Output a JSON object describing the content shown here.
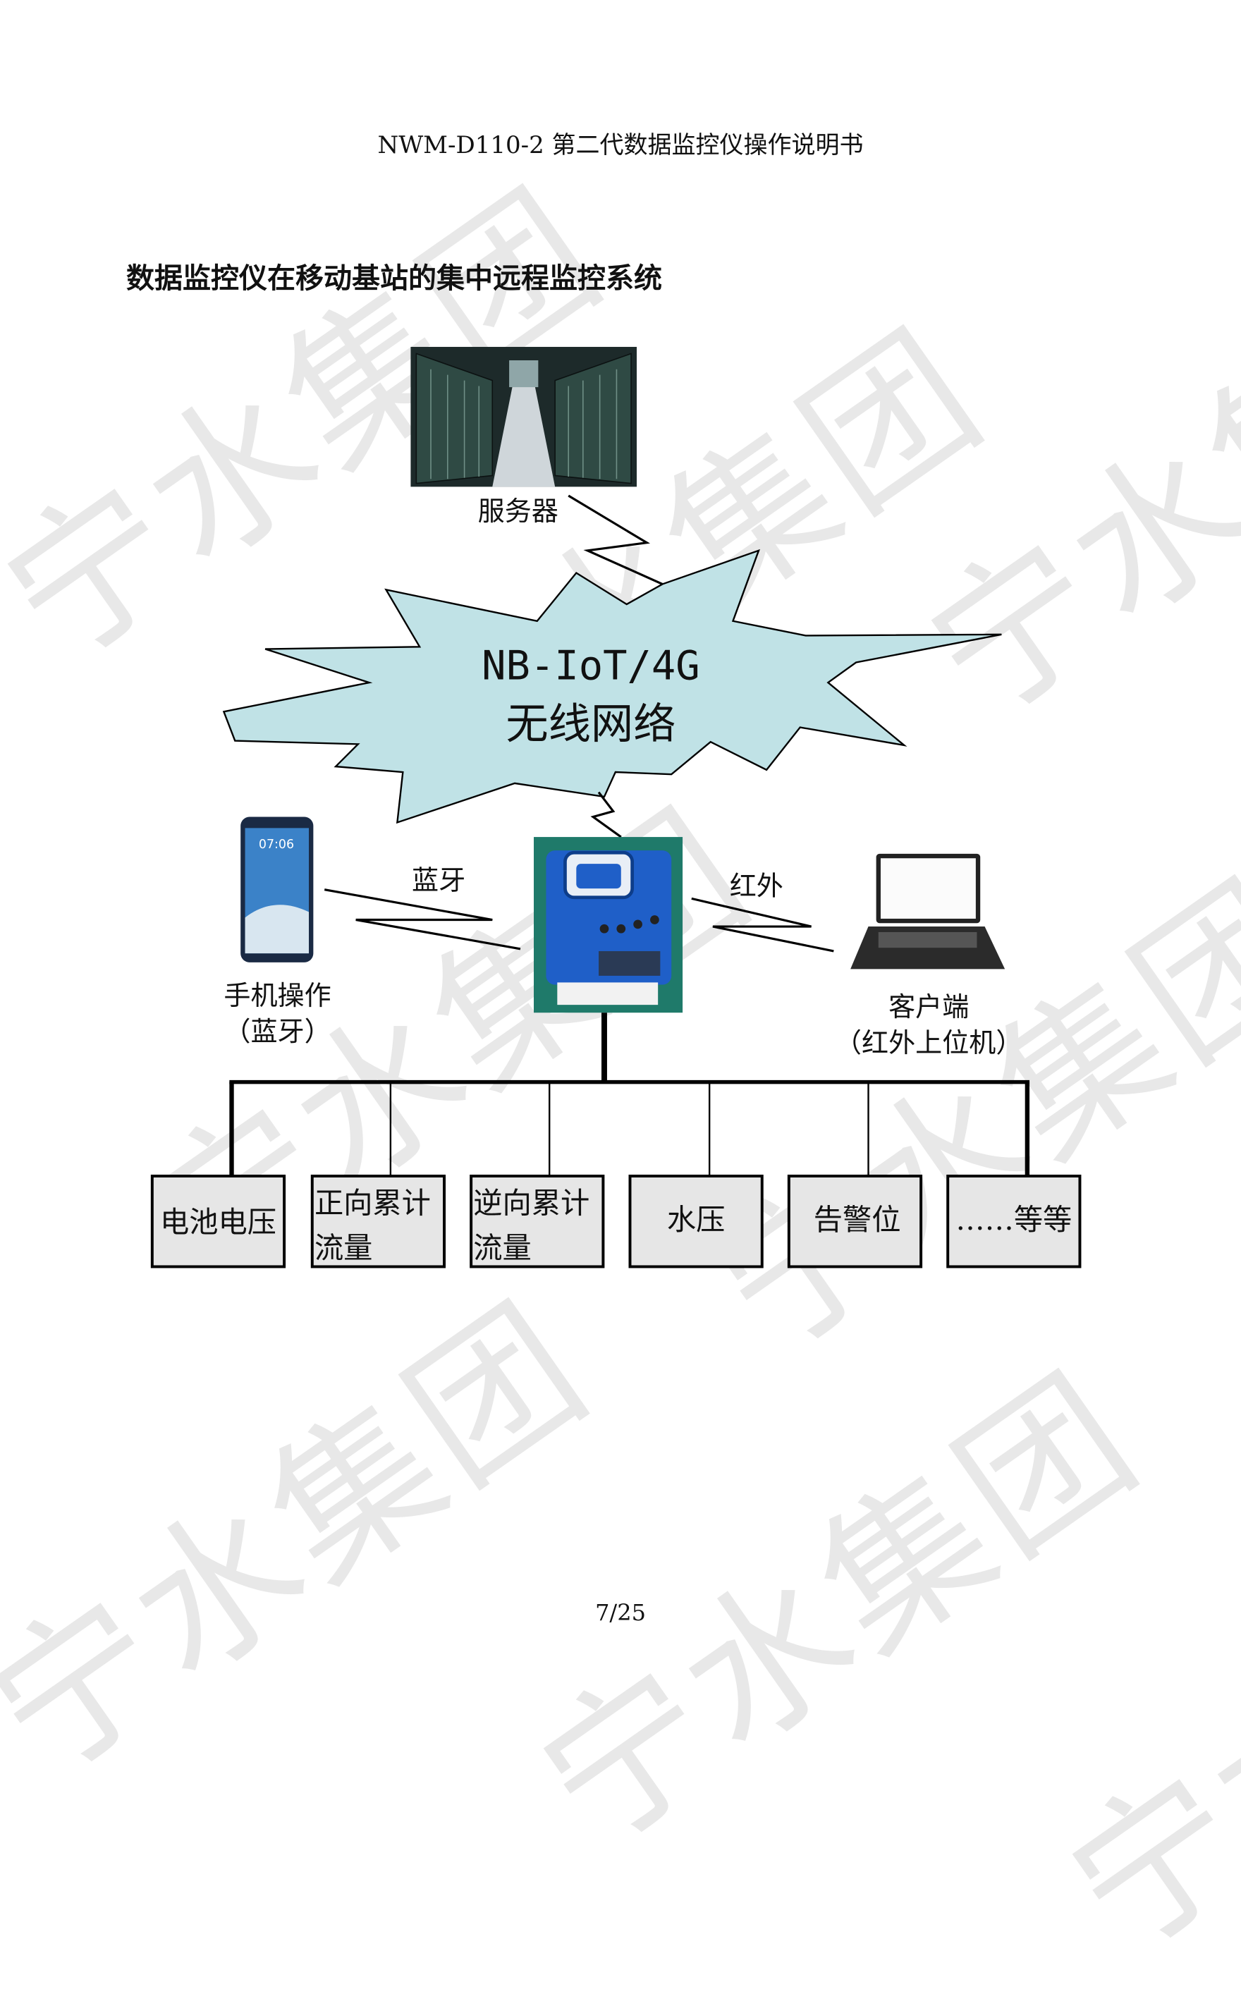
{
  "header": {
    "title": "NWM-D110-2 第二代数据监控仪操作说明书"
  },
  "section_title": "数据监控仪在移动基站的集中远程监控系统",
  "watermark": "宁水集团",
  "diagram": {
    "server_label": "服务器",
    "network_line1": "NB-IoT/4G",
    "network_line2": "无线网络",
    "phone_label_line1": "手机操作",
    "phone_label_line2": "（蓝牙）",
    "phone_time": "07:06",
    "bluetooth_label": "蓝牙",
    "infrared_label": "红外",
    "client_label_line1": "客户端",
    "client_label_line2": "（红外上位机）",
    "boxes": [
      {
        "line1": "电池电压",
        "line2": ""
      },
      {
        "line1": "正向累计",
        "line2": "流量"
      },
      {
        "line1": "逆向累计",
        "line2": "流量"
      },
      {
        "line1": "水压",
        "line2": ""
      },
      {
        "line1": "告警位",
        "line2": ""
      },
      {
        "line1": "……等等",
        "line2": ""
      }
    ],
    "colors": {
      "cloud_fill": "#c0e2e6",
      "box_fill": "#e6e6e6",
      "device_blue": "#1f5fc8"
    }
  },
  "page_number": "7/25"
}
